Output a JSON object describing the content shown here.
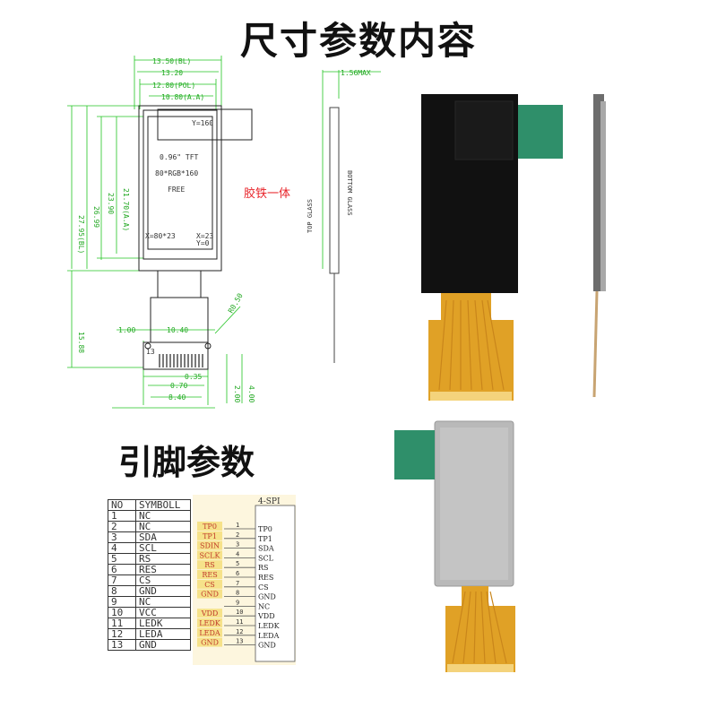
{
  "titles": {
    "size_params": "尺寸参数内容",
    "pin_params": "引脚参数"
  },
  "drawing": {
    "top_dims": [
      "13.50(BL)",
      "13.20",
      "12.80(POL)",
      "10.80(A.A)"
    ],
    "left_dims": [
      "27.95(BL)",
      "26.99",
      "23.90",
      "21.70(A.A)",
      "15.88"
    ],
    "screen_lines": [
      "Y=160",
      "0.96\" TFT",
      "80*RGB*160",
      "FREE",
      "X=80*23",
      "X=23",
      "Y=0"
    ],
    "bottom_dims": [
      "1.00",
      "10.40",
      "0.35",
      "0.70",
      "8.40"
    ],
    "right_dims": [
      "2.00",
      "4.00"
    ],
    "radius_label": "R0.50",
    "pin_mark": "13",
    "thickness_label": "1.56MAX",
    "top_glass": "TOP GLASS",
    "bottom_glass": "BOTTOM GLASS",
    "annotation": "胶铁一体",
    "annotation_color": "#e8242a",
    "dim_color": "#22c422"
  },
  "pin_table": {
    "headers": [
      "NO",
      "SYMBOLL"
    ],
    "rows": [
      [
        "1",
        "NC"
      ],
      [
        "2",
        "NC"
      ],
      [
        "3",
        "SDA"
      ],
      [
        "4",
        "SCL"
      ],
      [
        "5",
        "RS"
      ],
      [
        "6",
        "RES"
      ],
      [
        "7",
        "CS"
      ],
      [
        "8",
        "GND"
      ],
      [
        "9",
        "NC"
      ],
      [
        "10",
        "VCC"
      ],
      [
        "11",
        "LEDK"
      ],
      [
        "12",
        "LEDA"
      ],
      [
        "13",
        "GND"
      ]
    ]
  },
  "spi": {
    "header": "4-SPI",
    "left_labels": [
      "TP0",
      "TP1",
      "SDIN",
      "SCLK",
      "RS",
      "RES",
      "CS",
      "GND",
      "",
      "VDD",
      "LEDK",
      "LEDA",
      "GND"
    ],
    "pin_numbers": [
      "1",
      "2",
      "3",
      "4",
      "5",
      "6",
      "7",
      "8",
      "9",
      "10",
      "11",
      "12",
      "13"
    ],
    "right_labels": [
      "TP0",
      "TP1",
      "SDA",
      "SCL",
      "RS",
      "RES",
      "CS",
      "GND",
      "NC",
      "VDD",
      "LEDK",
      "LEDA",
      "GND"
    ],
    "highlight_color": "#f6e28a"
  }
}
